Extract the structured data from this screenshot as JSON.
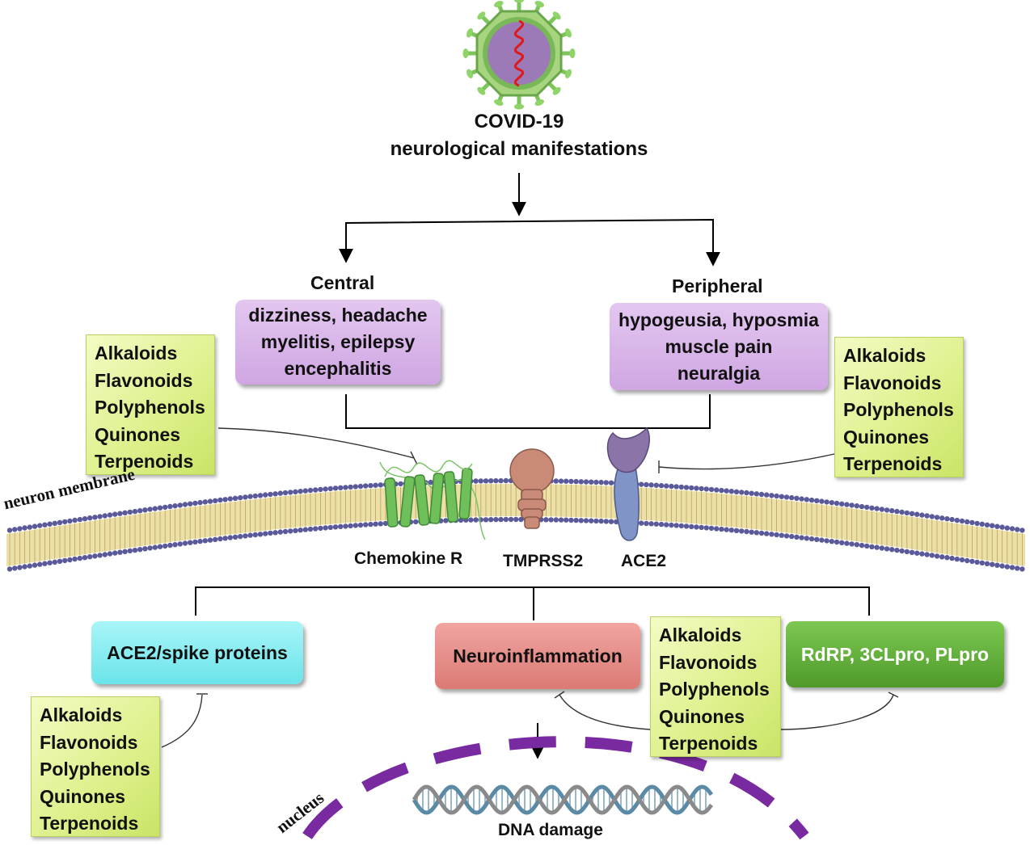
{
  "title": {
    "line1": "COVID-19",
    "line2": "neurological manifestations"
  },
  "central": {
    "heading": "Central",
    "lines": [
      "dizziness, headache",
      "myelitis, epilepsy",
      "encephalitis"
    ]
  },
  "peripheral": {
    "heading": "Peripheral",
    "lines": [
      "hypogeusia, hyposmia",
      "muscle pain",
      "neuralgia"
    ]
  },
  "compounds": [
    "Alkaloids",
    "Flavonoids",
    "Polyphenols",
    "Quinones",
    "Terpenoids"
  ],
  "membrane": {
    "label": "neuron membrane",
    "receptors": [
      "Chemokine R",
      "TMPRSS2",
      "ACE2"
    ]
  },
  "targets": {
    "spike": "ACE2/spike proteins",
    "inflammation": "Neuroinflammation",
    "enzymes": "RdRP, 3CLpro, PLpro"
  },
  "nucleus": {
    "label": "nucleus",
    "dna": "DNA damage"
  },
  "colors": {
    "symptom_box": "#d9b5e9",
    "compound_box": "#dcf08a",
    "spike_box": "#8ff0f4",
    "inflammation_box": "#e48a85",
    "enzyme_box": "#5aa832",
    "nucleus_dash": "#7a2aa0",
    "membrane_head": "#5a5a9a",
    "membrane_tail": "#e6d48a"
  }
}
